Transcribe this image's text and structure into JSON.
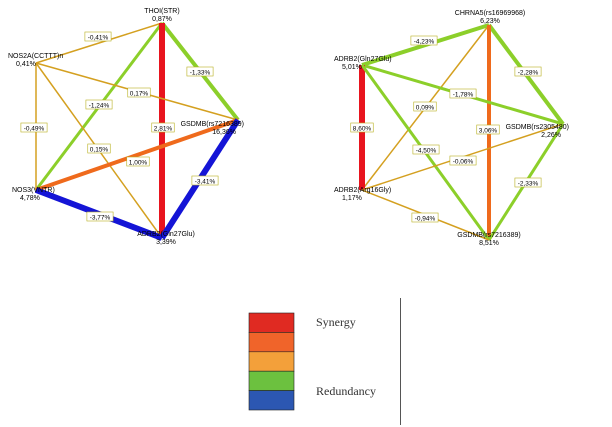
{
  "colors": {
    "red": "#e8141e",
    "dark_orange": "#ef6a1c",
    "orange": "#f39a1e",
    "light_orange": "#d4a020",
    "green": "#8ccf2a",
    "blue": "#1414d6"
  },
  "legend": {
    "swatches": [
      "#e02a22",
      "#f0642a",
      "#f3a03a",
      "#6cc13f",
      "#2c57b2"
    ],
    "synergy_label": "Synergy",
    "redundancy_label": "Redundancy"
  },
  "diagram_left": {
    "nodes": [
      {
        "id": "tho",
        "name": "THOI(STR)",
        "value": "0,87%"
      },
      {
        "id": "nos2a",
        "name": "NOS2A(CCTTT)n",
        "value": "0,41%"
      },
      {
        "id": "gsdmb",
        "name": "GSDMB(rs7216389)",
        "value": "16,36%"
      },
      {
        "id": "nos3",
        "name": "NOS3(VNTR)",
        "value": "4,78%"
      },
      {
        "id": "adrb2",
        "name": "ADRB2(Gln27Glu)",
        "value": "3,39%"
      }
    ],
    "edges": [
      {
        "from": "tho",
        "to": "nos2a",
        "label": "-0,41%",
        "color": "light_orange",
        "width": 1.5
      },
      {
        "from": "tho",
        "to": "gsdmb",
        "label": "-1,33%",
        "color": "green",
        "width": 4
      },
      {
        "from": "tho",
        "to": "nos3",
        "label": "-1,24%",
        "color": "green",
        "width": 3
      },
      {
        "from": "tho",
        "to": "adrb2",
        "label": "2,81%",
        "color": "red",
        "width": 6
      },
      {
        "from": "nos2a",
        "to": "gsdmb",
        "label": "0,17%",
        "color": "light_orange",
        "width": 1.5
      },
      {
        "from": "nos2a",
        "to": "nos3",
        "label": "-0,49%",
        "color": "light_orange",
        "width": 1.5
      },
      {
        "from": "nos2a",
        "to": "adrb2",
        "label": "0,15%",
        "color": "light_orange",
        "width": 1.5
      },
      {
        "from": "nos3",
        "to": "gsdmb",
        "label": "1,00%",
        "color": "dark_orange",
        "width": 4
      },
      {
        "from": "gsdmb",
        "to": "adrb2",
        "label": "-3,41%",
        "color": "blue",
        "width": 6
      },
      {
        "from": "nos3",
        "to": "adrb2",
        "label": "-3,77%",
        "color": "blue",
        "width": 6
      }
    ]
  },
  "diagram_right": {
    "nodes": [
      {
        "id": "chrna5",
        "name": "CHRNA5(rs16969968)",
        "value": "6,23%"
      },
      {
        "id": "adrb2g",
        "name": "ADRB2(Gln27Glu)",
        "value": "5,01%"
      },
      {
        "id": "gsdmb23",
        "name": "GSDMB(rs2305480)",
        "value": "2,26%"
      },
      {
        "id": "adrb2a",
        "name": "ADRB2(Arg16Gly)",
        "value": "1,17%"
      },
      {
        "id": "gsdmb72",
        "name": "GSDMB(rs7216389)",
        "value": "8,51%"
      }
    ],
    "edges": [
      {
        "from": "chrna5",
        "to": "adrb2g",
        "label": "-4,23%",
        "color": "green",
        "width": 4
      },
      {
        "from": "chrna5",
        "to": "gsdmb23",
        "label": "-2,28%",
        "color": "green",
        "width": 4
      },
      {
        "from": "chrna5",
        "to": "adrb2a",
        "label": "0,09%",
        "color": "light_orange",
        "width": 1.5
      },
      {
        "from": "chrna5",
        "to": "gsdmb72",
        "label": "3,06%",
        "color": "dark_orange",
        "width": 4
      },
      {
        "from": "adrb2g",
        "to": "gsdmb23",
        "label": "-1,78%",
        "color": "green",
        "width": 3
      },
      {
        "from": "adrb2g",
        "to": "adrb2a",
        "label": "8,60%",
        "color": "red",
        "width": 6
      },
      {
        "from": "adrb2g",
        "to": "gsdmb72",
        "label": "-4,50%",
        "color": "green",
        "width": 3
      },
      {
        "from": "adrb2a",
        "to": "gsdmb23",
        "label": "-0,06%",
        "color": "light_orange",
        "width": 1.5
      },
      {
        "from": "gsdmb23",
        "to": "gsdmb72",
        "label": "-2,33%",
        "color": "green",
        "width": 3
      },
      {
        "from": "adrb2a",
        "to": "gsdmb72",
        "label": "-0,94%",
        "color": "light_orange",
        "width": 1.5
      }
    ]
  }
}
